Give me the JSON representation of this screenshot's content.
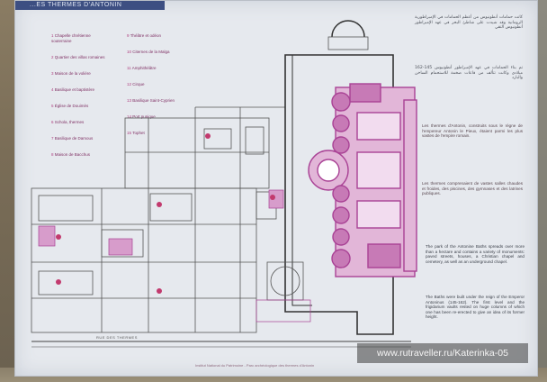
{
  "header": {
    "title": "...ES THERMES D'ANTONIN"
  },
  "legend_left": [
    {
      "num": "1",
      "label": "Chapelle chrétienne souterraine"
    },
    {
      "num": "2",
      "label": "Quartier des villas romaines"
    },
    {
      "num": "3",
      "label": "Maison de la volière"
    },
    {
      "num": "4",
      "label": "Basilique et baptistère"
    },
    {
      "num": "5",
      "label": "Église de Douimès"
    },
    {
      "num": "6",
      "label": "Schola, thermes"
    },
    {
      "num": "7",
      "label": "Basilique de Damous"
    },
    {
      "num": "8",
      "label": "Maison de Bacchus"
    }
  ],
  "legend_right": [
    {
      "num": "9",
      "label": "Théâtre et odéon"
    },
    {
      "num": "10",
      "label": "Citernes de la Malga"
    },
    {
      "num": "11",
      "label": "Amphithéâtre"
    },
    {
      "num": "12",
      "label": "Cirque"
    },
    {
      "num": "13",
      "label": "Basilique Saint-Cyprien"
    },
    {
      "num": "14",
      "label": "Port punique"
    },
    {
      "num": "15",
      "label": "Tophet"
    }
  ],
  "texts": {
    "arabic_1": "كانت حمامات أنطونيوس من أعظم الحمامات في الإمبراطورية الرومانية وقد شيدت على شاطئ البحر في عهد الإمبراطور أنطونيوس التقي",
    "arabic_2": "تم بناء الحمامات في عهد الإمبراطور أنطونيوس 145-162 ميلادي وكانت تتألف من قاعات ضخمة للاستحمام الساخن والبارد",
    "french_1": "Les thermes d'Antonin, construits sous le règne de l'empereur Antonin le Pieux, étaient parmi les plus vastes de l'empire romain.",
    "french_2": "Les thermes comprenaient de vastes salles chaudes et froides, des piscines, des gymnases et des latrines publiques.",
    "english_1": "The park of the Antonine Baths spreads over more than a hectare and contains a variety of monuments: paved streets, houses, a Christian chapel and cemetery, as well as an underground chapel.",
    "english_2": "The Baths were built under the reign of the Emperor Antoninus (145-162). The first level and the frigidarium vaults rested on huge columns of which one has been re-erected to give an idea of its former height."
  },
  "street_label": "RUE DES THERMES",
  "caption_bottom": "Institut National du Patrimoine - Parc archéologique des thermes d'Antonin",
  "watermark": "www.rutraveller.ru/Katerinka-05",
  "colors": {
    "magenta": "#b04a98",
    "board": "#e6e9ee",
    "header": "#3d4f82"
  }
}
